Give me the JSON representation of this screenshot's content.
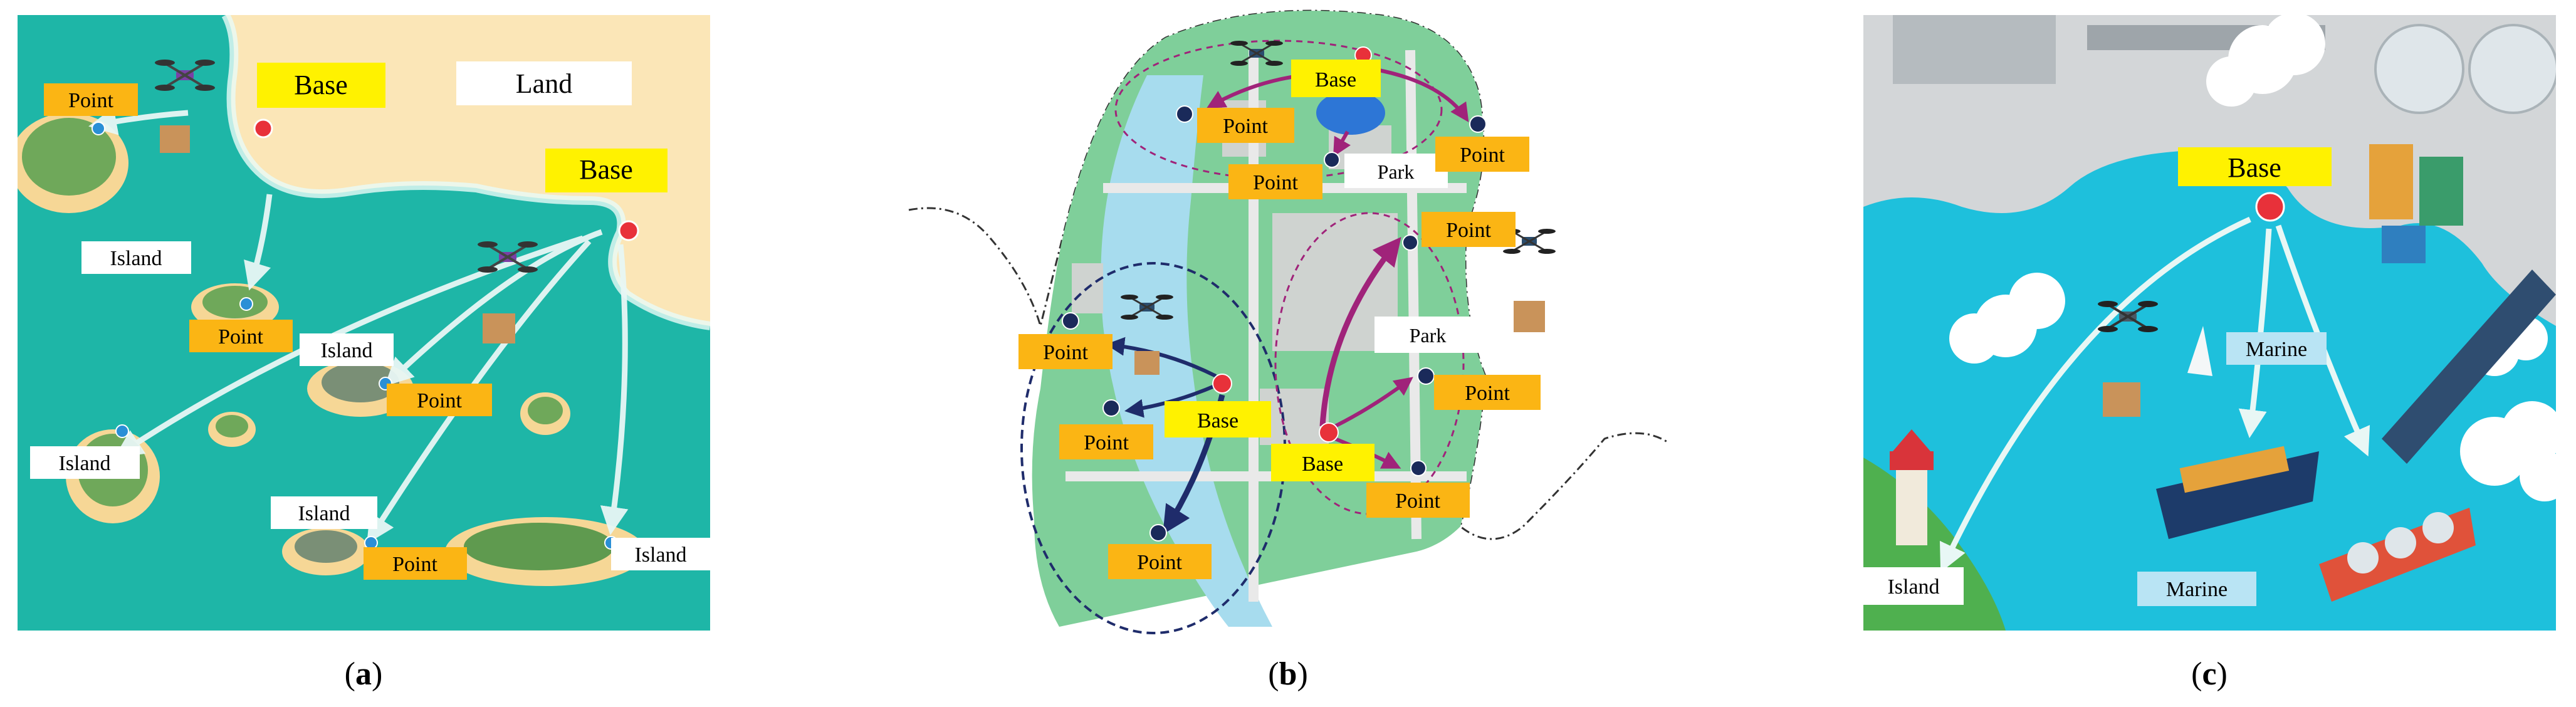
{
  "colors": {
    "sea": "#1eb6a7",
    "sea_dark": "#0f9f93",
    "land": "#fbe6b7",
    "island_sand": "#f6d796",
    "island_green": "#6fa85a",
    "point_label": "#fbb514",
    "base_label": "#fff200",
    "white_label": "#ffffff",
    "marker_blue": "#1a2a5a",
    "marker_red": "#e8313a",
    "arrow_white": "#e8f7f5",
    "arrow_navy": "#1f2c6b",
    "arrow_purple": "#a0237a",
    "harbor_water": "#1ec0dc",
    "marine_label": "#b9e4f4",
    "city_green": "#7fcf9a",
    "river": "#a7dcee"
  },
  "panels": [
    {
      "caption": "a",
      "scene": "islands",
      "labels": {
        "base1": "Base",
        "base2": "Base",
        "land": "Land",
        "point1": "Point",
        "point2": "Point",
        "point3": "Point",
        "point4": "Point",
        "island1": "Island",
        "island2": "Island",
        "island3": "Island",
        "island4": "Island",
        "island5": "Island"
      }
    },
    {
      "caption": "b",
      "scene": "city",
      "labels": {
        "base_top": "Base",
        "base_mid": "Base",
        "base_bottom": "Base",
        "park1": "Park",
        "park2": "Park",
        "point1": "Point",
        "point2": "Point",
        "point3": "Point",
        "point4": "Point",
        "point5": "Point",
        "point6": "Point",
        "point7": "Point",
        "point8": "Point",
        "point9": "Point"
      }
    },
    {
      "caption": "c",
      "scene": "harbor",
      "labels": {
        "base": "Base",
        "marine1": "Marine",
        "marine2": "Marine",
        "island": "Island"
      }
    }
  ],
  "caption_parens": [
    "(",
    ")"
  ]
}
